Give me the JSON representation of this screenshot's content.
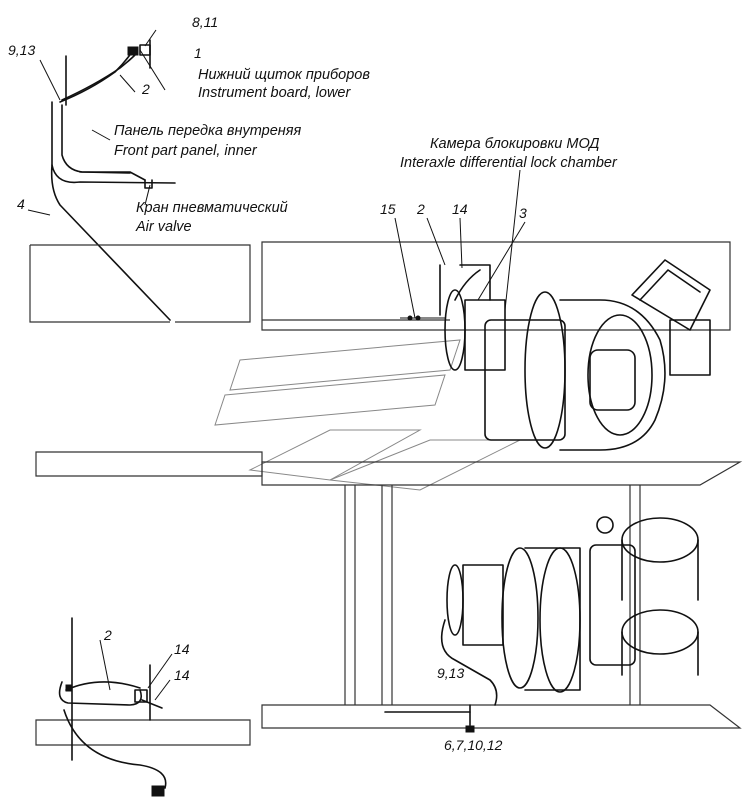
{
  "labels": {
    "ref_8_11": "8,11",
    "ref_9_13_top": "9,13",
    "ref_1": "1",
    "ref_2_top": "2",
    "dash_lower_ru": "Нижний щиток приборов",
    "dash_lower_en": "Instrument board, lower",
    "panel_ru": "Панель передка внутреняя",
    "panel_en": "Front part panel, inner",
    "ref_4": "4",
    "valve_ru": "Кран пневматический",
    "valve_en": "Air valve",
    "chamber_ru": "Камера блокировки МОД",
    "chamber_en": "Interaxle differential lock chamber",
    "ref_15": "15",
    "ref_2_mid": "2",
    "ref_14_mid": "14",
    "ref_3": "3",
    "ref_2_bottom": "2",
    "ref_14_bottom_a": "14",
    "ref_14_bottom_b": "14",
    "ref_9_13_bottom": "9,13",
    "ref_6_7_10_12": "6,7,10,12"
  }
}
